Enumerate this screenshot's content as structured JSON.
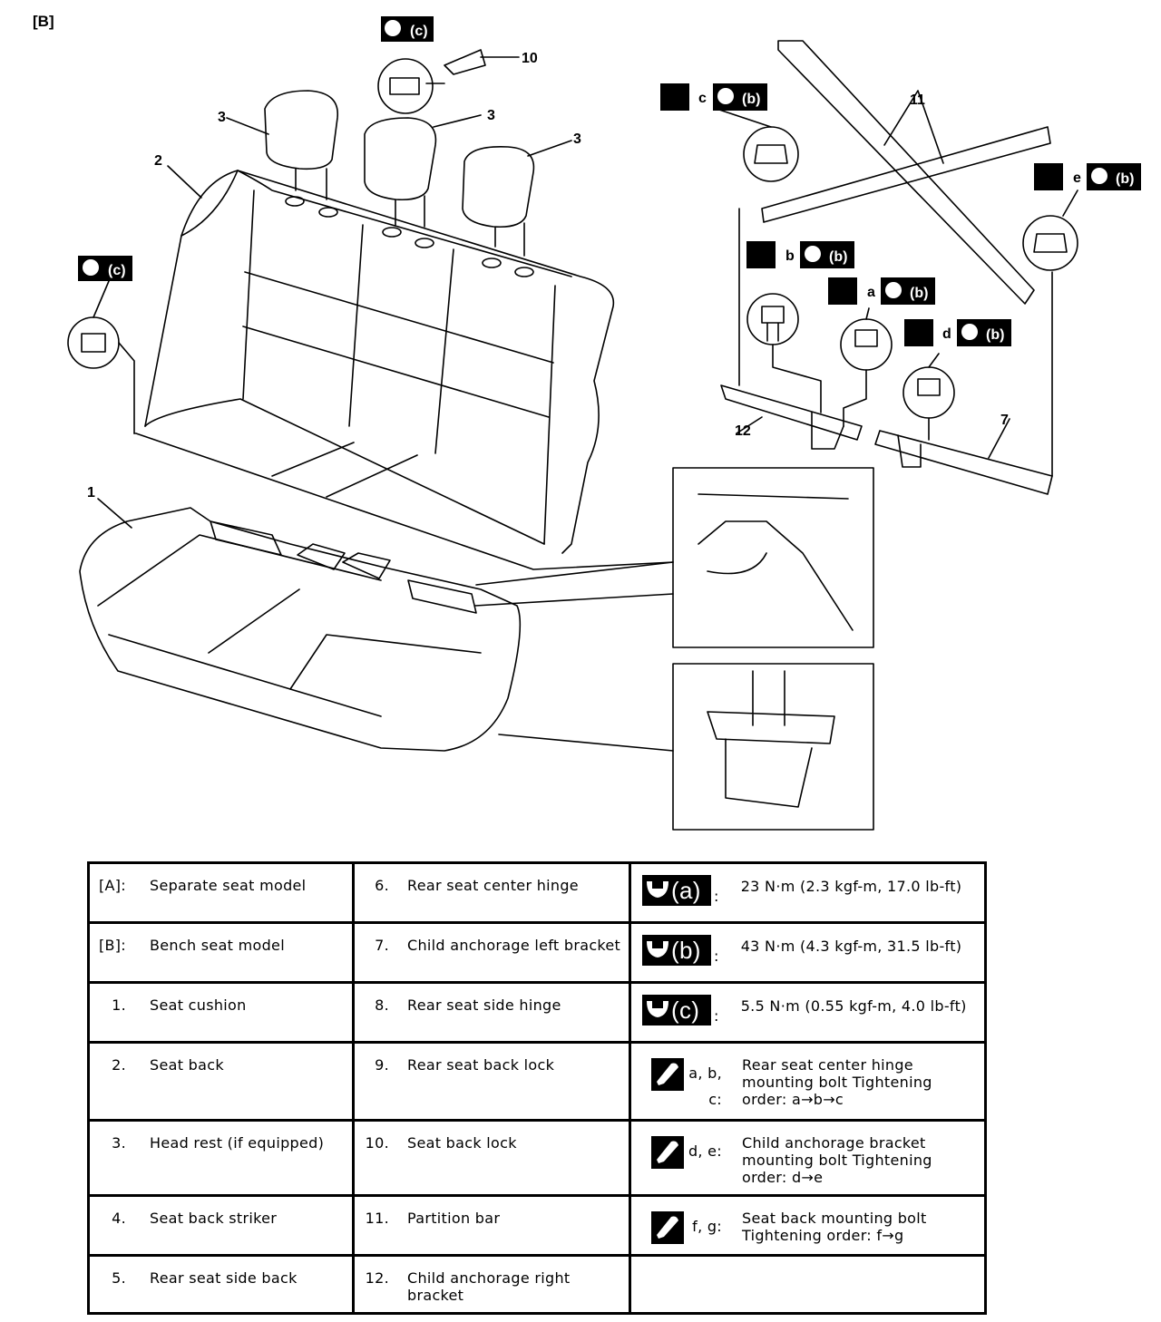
{
  "view_tag": "[B]",
  "diagram": {
    "callouts": [
      "1",
      "2",
      "3",
      "3",
      "3",
      "7",
      "10",
      "11",
      "12"
    ],
    "torque_tags": {
      "c": "(c)",
      "b": "(b)"
    },
    "order_letters": [
      "a",
      "b",
      "c",
      "d",
      "e"
    ]
  },
  "legend": {
    "col1": [
      {
        "num": "[A]:",
        "text": "Separate seat model"
      },
      {
        "num": "[B]:",
        "text": "Bench seat model"
      },
      {
        "num": "1.",
        "text": "Seat cushion"
      },
      {
        "num": "2.",
        "text": "Seat back"
      },
      {
        "num": "3.",
        "text": "Head rest (if equipped)"
      },
      {
        "num": "4.",
        "text": "Seat back striker"
      },
      {
        "num": "5.",
        "text": "Rear seat side back"
      }
    ],
    "col2": [
      {
        "num": "6.",
        "text": "Rear seat center hinge"
      },
      {
        "num": "7.",
        "text": "Child anchorage left bracket"
      },
      {
        "num": "8.",
        "text": "Rear seat side hinge"
      },
      {
        "num": "9.",
        "text": "Rear seat back lock"
      },
      {
        "num": "10.",
        "text": "Seat back lock"
      },
      {
        "num": "11.",
        "text": "Partition bar"
      },
      {
        "num": "12.",
        "text": "Child anchorage right bracket"
      }
    ],
    "torques": [
      {
        "tag": "(a)",
        "value": "23 N·m (2.3 kgf-m, 17.0 lb-ft)"
      },
      {
        "tag": "(b)",
        "value": "43 N·m (4.3 kgf-m, 31.5 lb-ft)"
      },
      {
        "tag": "(c)",
        "value": "5.5 N·m (0.55 kgf-m, 4.0 lb-ft)"
      }
    ],
    "sequences": [
      {
        "letters": "a, b,\nc:",
        "text": "Rear seat center hinge mounting bolt Tightening order: a→b→c"
      },
      {
        "letters": "d, e:",
        "text": "Child anchorage bracket mounting bolt Tightening order: d→e"
      },
      {
        "letters": "f, g:",
        "text": "Seat back mounting bolt Tightening order: f→g"
      }
    ]
  }
}
